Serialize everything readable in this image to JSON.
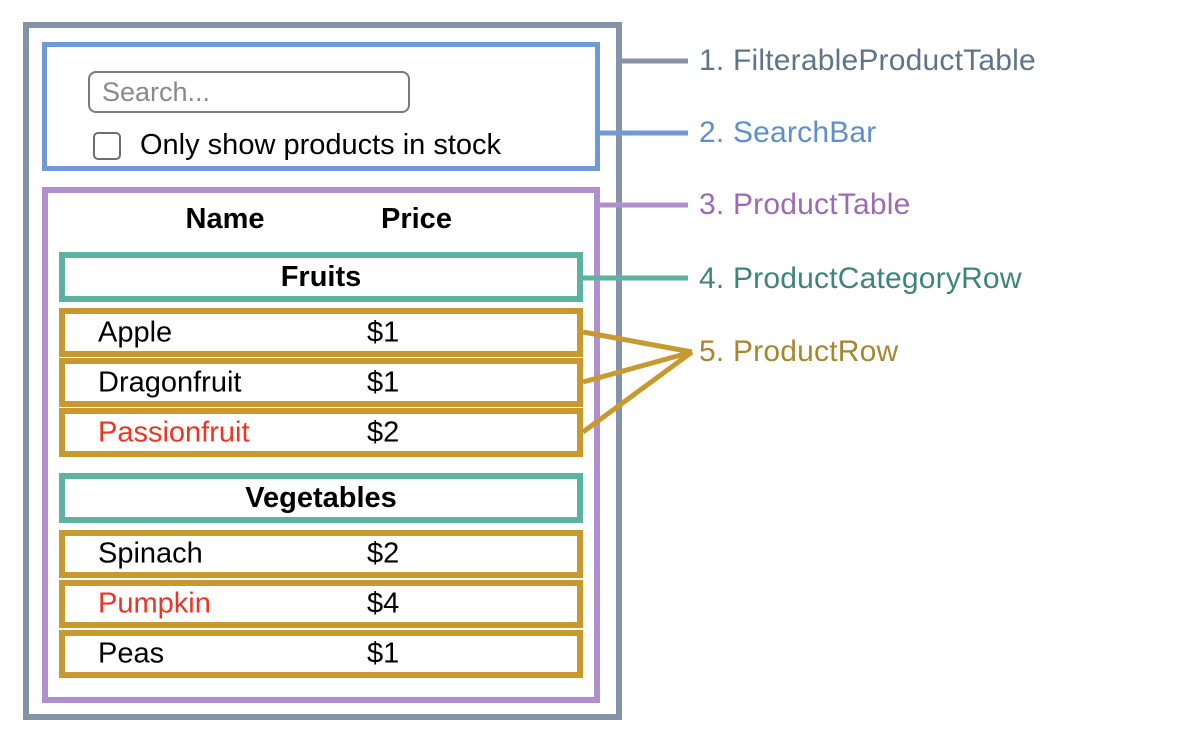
{
  "search_bar": {
    "input_placeholder": "Search...",
    "input_value": "",
    "checkbox_checked": false,
    "checkbox_label": "Only show products in stock"
  },
  "table": {
    "headers": {
      "name": "Name",
      "price": "Price"
    },
    "sections": [
      {
        "category": "Fruits",
        "products": [
          {
            "name": "Apple",
            "price": "$1",
            "stocked": true
          },
          {
            "name": "Dragonfruit",
            "price": "$1",
            "stocked": true
          },
          {
            "name": "Passionfruit",
            "price": "$2",
            "stocked": false
          }
        ]
      },
      {
        "category": "Vegetables",
        "products": [
          {
            "name": "Spinach",
            "price": "$2",
            "stocked": true
          },
          {
            "name": "Pumpkin",
            "price": "$4",
            "stocked": false
          },
          {
            "name": "Peas",
            "price": "$1",
            "stocked": true
          }
        ]
      }
    ]
  },
  "annotations": [
    {
      "text": "1. FilterableProductTable",
      "color": "#5f7389"
    },
    {
      "text": "2. SearchBar",
      "color": "#5e8fc9"
    },
    {
      "text": "3. ProductTable",
      "color": "#9b6cb3"
    },
    {
      "text": "4. ProductCategoryRow",
      "color": "#3d8577"
    },
    {
      "text": "5. ProductRow",
      "color": "#a8862d"
    }
  ],
  "colors": {
    "filterable_product_table_border": "#8493a8",
    "search_bar_border": "#6f9ad3",
    "product_table_border": "#b18fcd",
    "product_category_row_border": "#5cb3a1",
    "product_row_border": "#c8992f",
    "out_of_stock_text": "#ee3524"
  }
}
